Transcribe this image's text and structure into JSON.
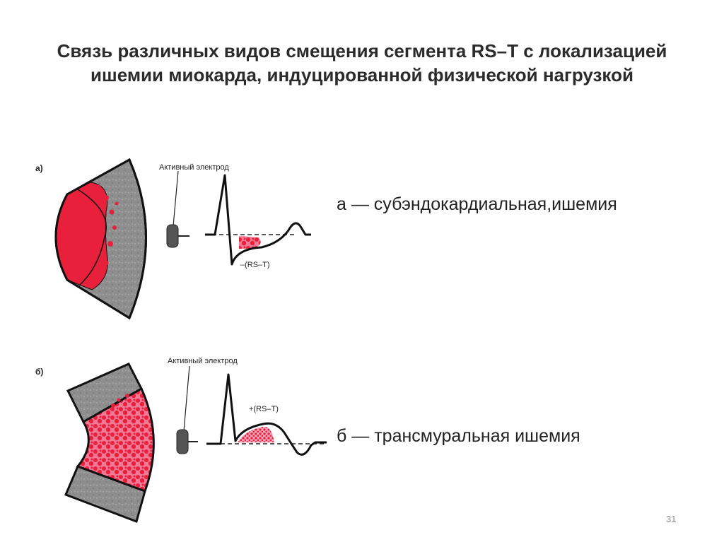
{
  "title": {
    "line1": "Связь различных видов смещения сегмента RS–T с локализацией",
    "line2": "ишемии миокарда, индуцированной физической нагрузкой"
  },
  "panels": [
    {
      "letter": "а)",
      "electrode_label": "Активный электрод",
      "shift_label": "–(RS–T)",
      "caption": "а — субэндокардиальная,ишемия"
    },
    {
      "letter": "б)",
      "electrode_label": "Активный электрод",
      "shift_label": "+(RS–T)",
      "caption": "б — трансмуральная ишемия"
    }
  ],
  "colors": {
    "myocardium": "#8e8e8e",
    "ischemia": "#e8203c",
    "ischemia_light": "#f07a96",
    "electrode": "#555555"
  },
  "slide_number": "31"
}
